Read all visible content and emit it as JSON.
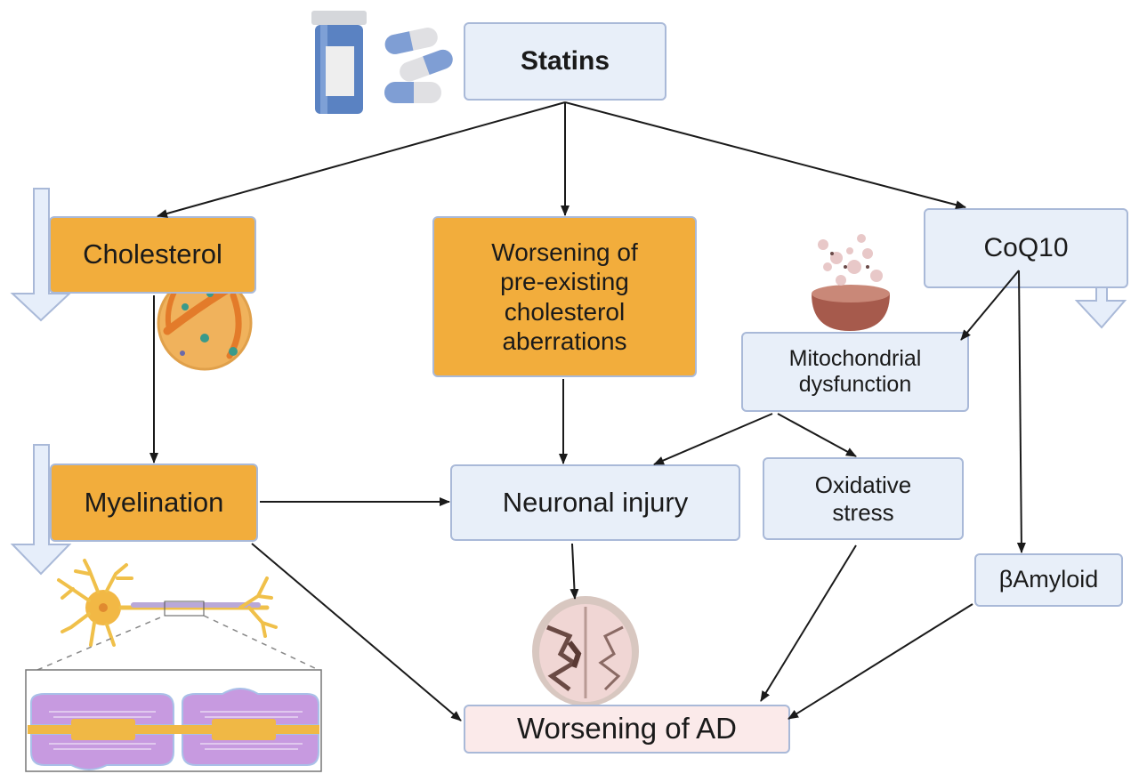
{
  "diagram": {
    "title_node": "Statins",
    "nodes": {
      "statins": "Statins",
      "cholesterol": "Cholesterol",
      "worsening_pre_existing": [
        "Worsening of",
        "pre-existing",
        "cholesterol",
        "aberrations"
      ],
      "coq10": "CoQ10",
      "mitochondrial": [
        "Mitochondrial",
        "dysfunction"
      ],
      "myelination": "Myelination",
      "neuronal_injury": "Neuronal injury",
      "oxidative_stress": [
        "Oxidative",
        "stress"
      ],
      "beta_amyloid": "βAmyloid",
      "worsening_ad": "Worsening of AD"
    },
    "edges": [
      {
        "from": "Statins",
        "to": "Cholesterol"
      },
      {
        "from": "Statins",
        "to": "Worsening of pre-existing cholesterol aberrations"
      },
      {
        "from": "Statins",
        "to": "CoQ10"
      },
      {
        "from": "Cholesterol",
        "to": "Myelination"
      },
      {
        "from": "Worsening of pre-existing cholesterol aberrations",
        "to": "Neuronal injury"
      },
      {
        "from": "CoQ10",
        "to": "Mitochondrial dysfunction"
      },
      {
        "from": "CoQ10",
        "to": "βAmyloid"
      },
      {
        "from": "Mitochondrial dysfunction",
        "to": "Neuronal injury"
      },
      {
        "from": "Mitochondrial dysfunction",
        "to": "Oxidative stress"
      },
      {
        "from": "Myelination",
        "to": "Neuronal injury"
      },
      {
        "from": "Myelination",
        "to": "Worsening of AD"
      },
      {
        "from": "Neuronal injury",
        "to": "Worsening of AD"
      },
      {
        "from": "Oxidative stress",
        "to": "Worsening of AD"
      },
      {
        "from": "βAmyloid",
        "to": "Worsening of AD"
      }
    ],
    "decrease_indicators": [
      "Cholesterol",
      "Myelination",
      "CoQ10"
    ],
    "illustrations": [
      "pill-bottle",
      "capsules",
      "lipoprotein-particle",
      "mitochondrion",
      "neuron",
      "myelin-sheath",
      "brain-section"
    ],
    "colors": {
      "orange_node": "#f2ad3c",
      "blue_node": "#e8eff9",
      "pink_node": "#fbeaea",
      "node_border": "#a9b9d8",
      "arrow": "#1a1a1a",
      "down_arrow_fill": "#e6eefa",
      "down_arrow_stroke": "#a9b9d8"
    }
  }
}
